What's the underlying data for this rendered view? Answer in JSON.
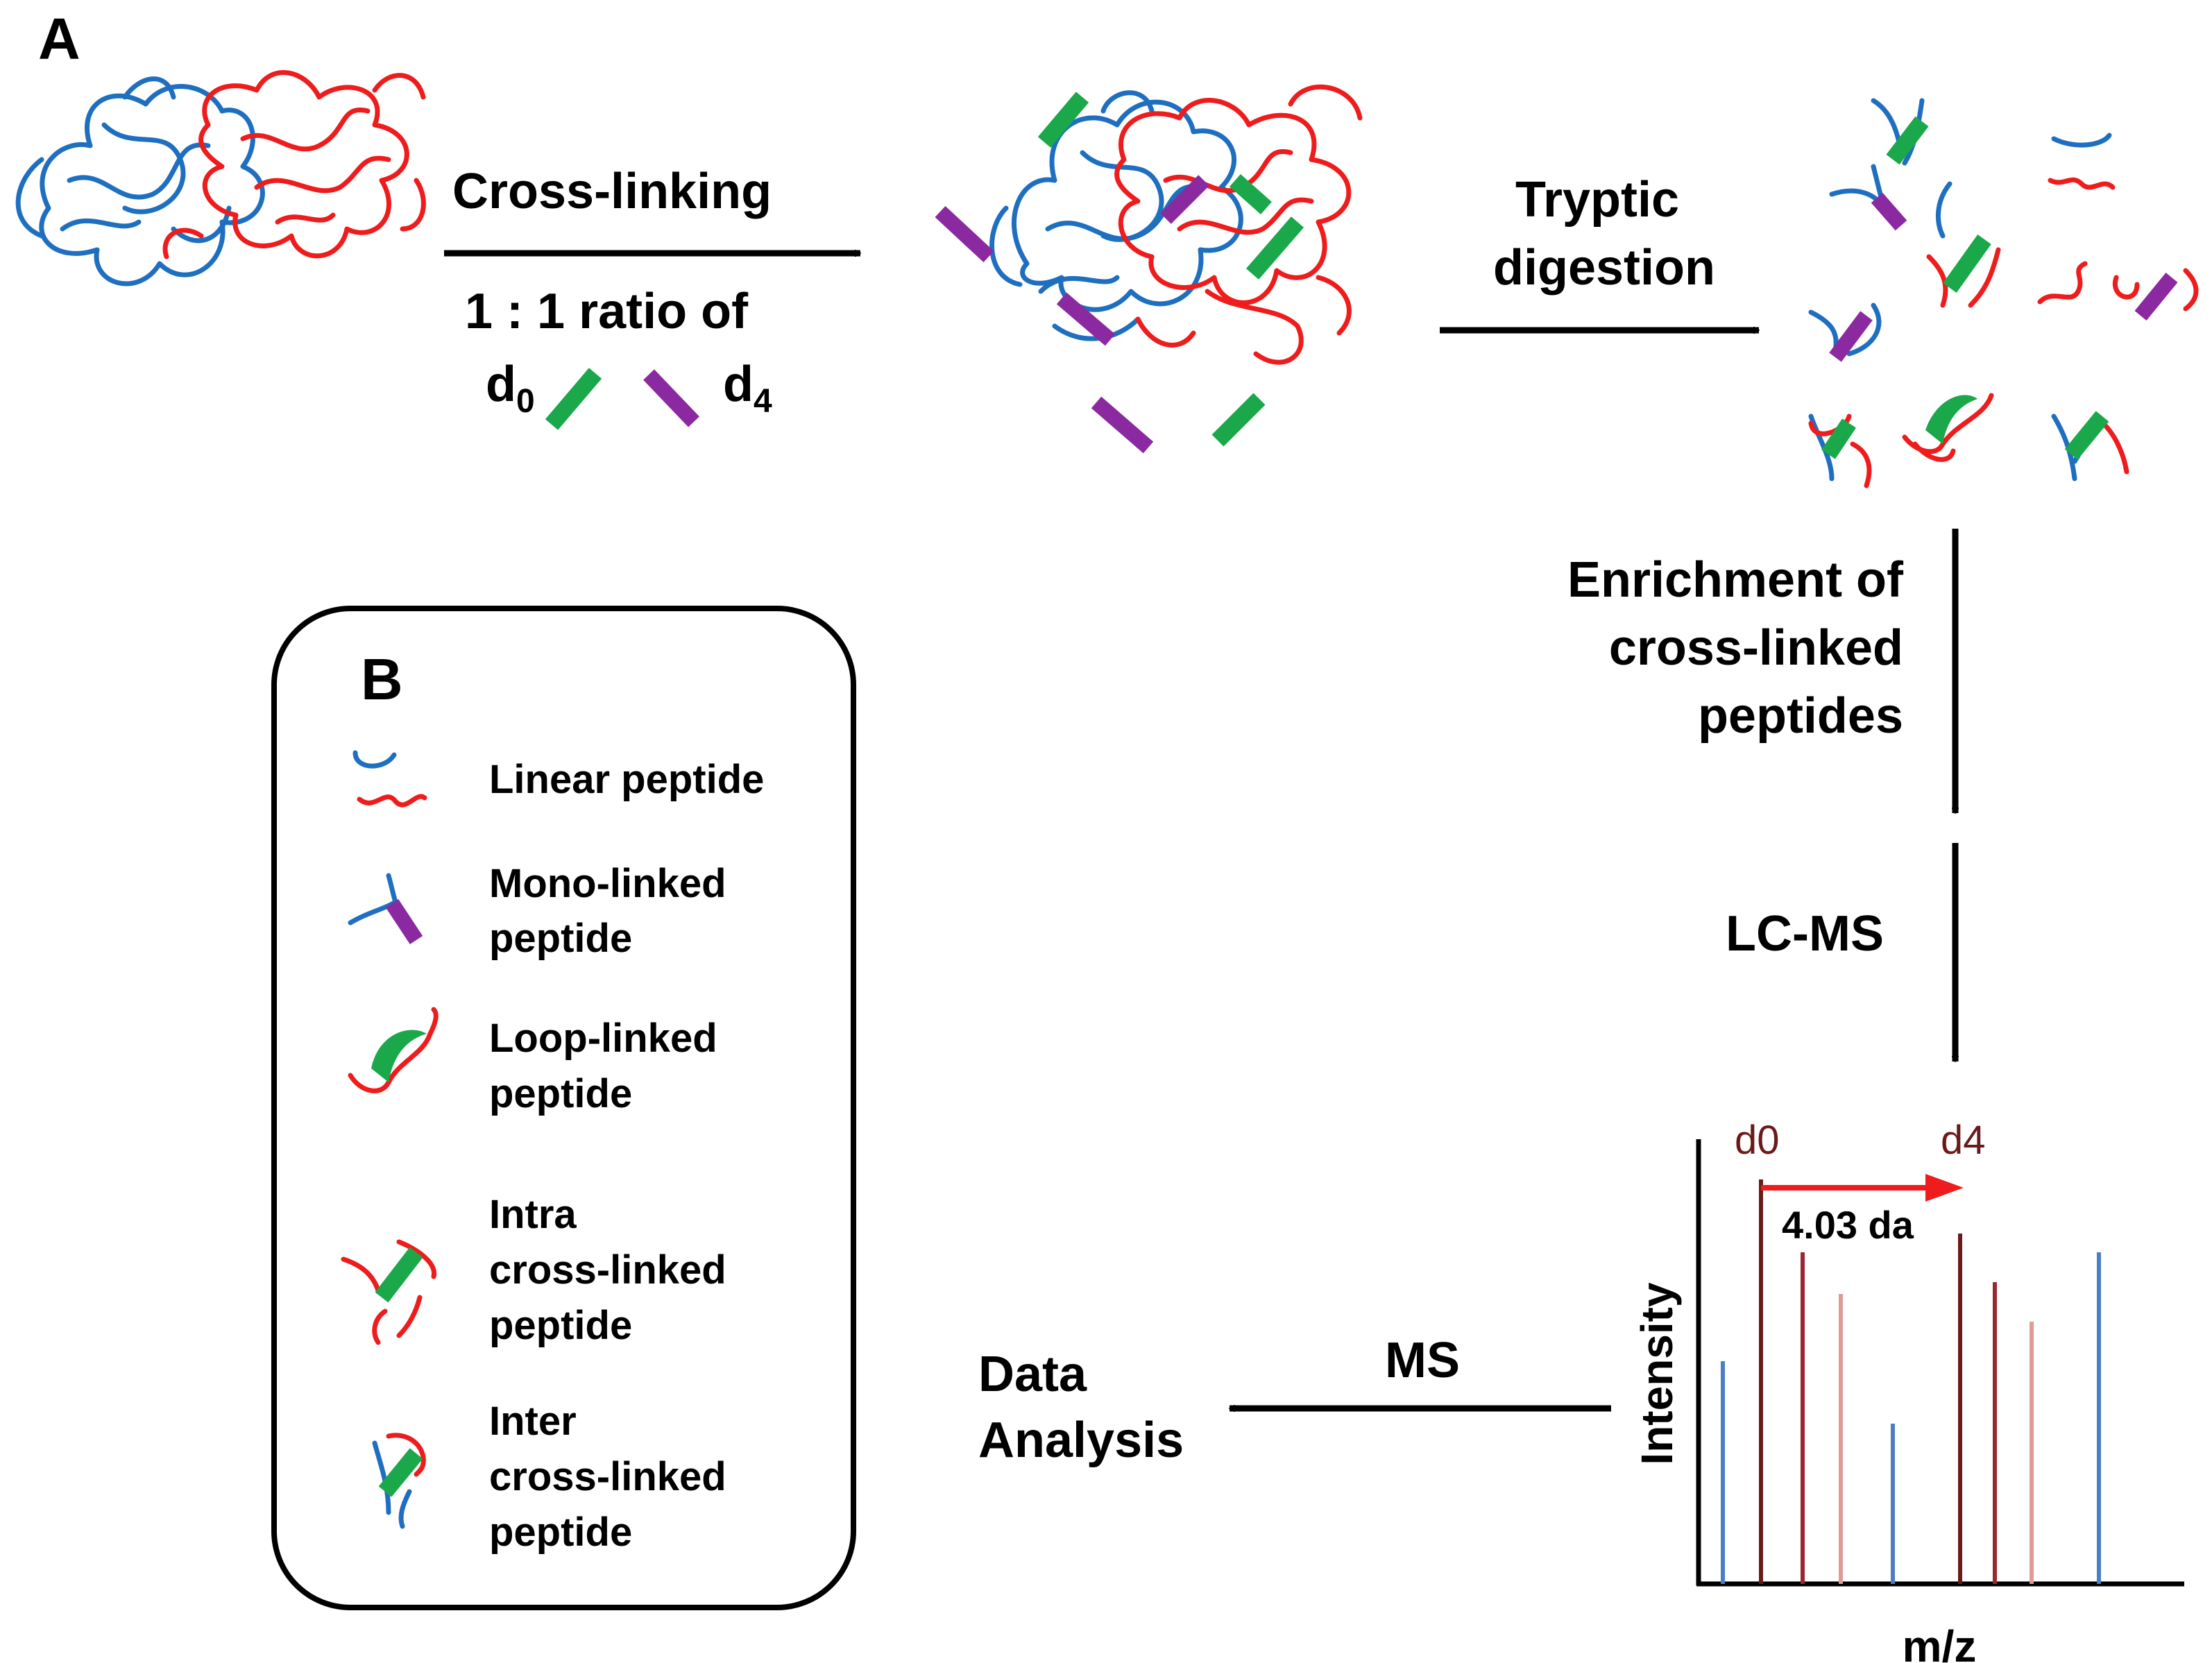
{
  "panels": {
    "a": "A",
    "b": "B"
  },
  "steps": {
    "crosslinking": "Cross-linking",
    "ratio": "1 : 1 ratio of",
    "d0_base": "d",
    "d0_sub": "0",
    "d4_base": "d",
    "d4_sub": "4",
    "tryptic_line1": "Tryptic",
    "tryptic_line2": "digestion",
    "enrich_line1": "Enrichment of",
    "enrich_line2": "cross-linked",
    "enrich_line3": "peptides",
    "lcms": "LC-MS",
    "ms": "MS",
    "data_line1": "Data",
    "data_line2": "Analysis"
  },
  "legend": {
    "linear": "Linear peptide",
    "mono_line1": "Mono-linked",
    "mono_line2": "peptide",
    "loop_line1": "Loop-linked",
    "loop_line2": "peptide",
    "intra_line1": "Intra",
    "intra_line2": "cross-linked",
    "intra_line3": "peptide",
    "inter_line1": "Inter",
    "inter_line2": "cross-linked",
    "inter_line3": "peptide"
  },
  "spectrum": {
    "ylabel": "Intensity",
    "xlabel": "m/z",
    "d0_label": "d0",
    "d4_label": "d4",
    "shift_label": "4.03 da"
  },
  "colors": {
    "protein_a": "#1f6fc0",
    "protein_b": "#ee1c1c",
    "d0_linker": "#1aa84a",
    "d4_linker": "#8b2aa0",
    "shift_arrow": "#ee1c1c",
    "peak_dark": "#6b1a1a",
    "peak_mid": "#9b2830",
    "peak_light": "#e09a9a",
    "peak_blue": "#4a7fc6"
  }
}
